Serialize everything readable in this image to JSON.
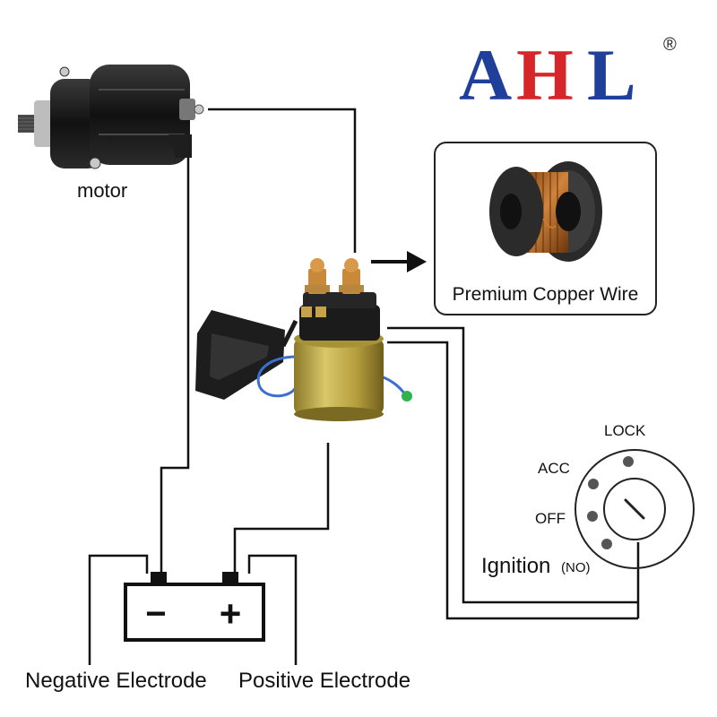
{
  "brand": {
    "logo_text": "AHL",
    "registered_mark": "®",
    "colors": {
      "blue": "#1f3f9a",
      "red": "#d6262a"
    }
  },
  "labels": {
    "motor": "motor",
    "copper_wire": "Premium Copper Wire",
    "ignition": "Ignition",
    "ignition_note": "(NO)",
    "lock": "LOCK",
    "acc": "ACC",
    "off": "OFF",
    "negative_electrode": "Negative Electrode",
    "positive_electrode": "Positive Electrode",
    "minus_sign": "−",
    "plus_sign": "+"
  },
  "components": {
    "motor": "starter-motor-icon",
    "solenoid": "starter-relay-solenoid-icon",
    "battery": "battery-icon",
    "ignition_switch": "ignition-switch-icon",
    "copper_spool": "copper-wire-spool-icon",
    "arrow": "arrow-right-icon"
  },
  "colors": {
    "wire": "#111111",
    "copper": "#b5651d",
    "solenoid_body": "#c9b24a",
    "motor_body": "#1c1c1c"
  }
}
